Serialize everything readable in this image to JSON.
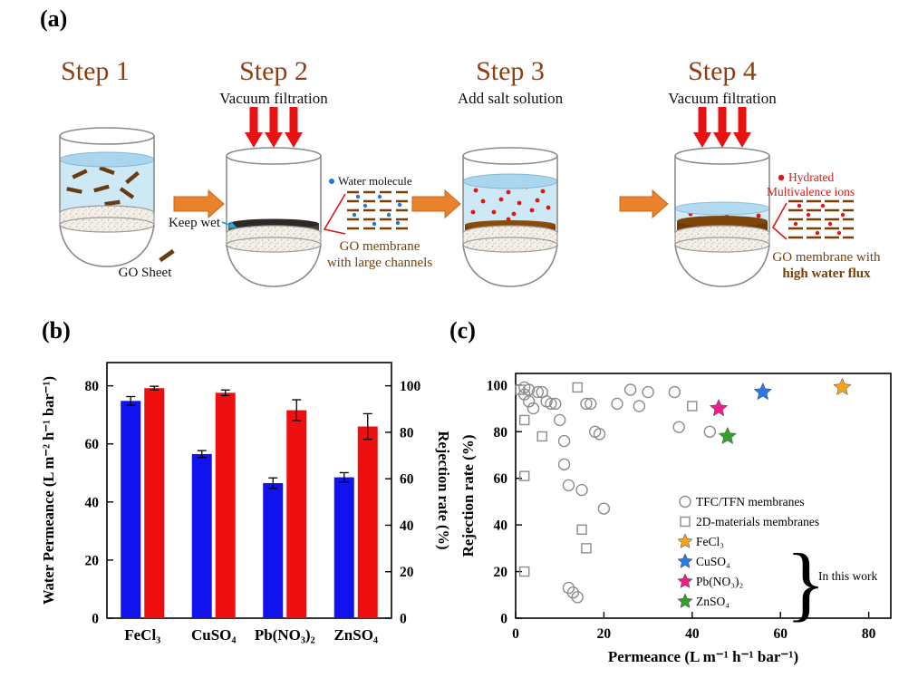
{
  "panels": {
    "a_label": "(a)",
    "b_label": "(b)",
    "c_label": "(c)"
  },
  "panel_a": {
    "steps": [
      {
        "title": "Step 1"
      },
      {
        "title": "Step 2",
        "subtitle": "Vacuum filtration"
      },
      {
        "title": "Step 3",
        "subtitle": "Add salt solution"
      },
      {
        "title": "Step 4",
        "subtitle": "Vacuum filtration"
      }
    ],
    "labels": {
      "go_sheet": "GO Sheet",
      "keep_wet": "Keep wet",
      "water_molecule": "Water molecule",
      "go_membrane_line1": "GO membrane",
      "go_membrane_line2": "with large channels",
      "hydrated_line1": "Hydrated",
      "hydrated_line2": "Multivalence ions",
      "flux_line1": "GO membrane with",
      "flux_line2": "high water flux"
    },
    "colors": {
      "step_title": "#8f3f0f",
      "process_arrow": "#e8822b",
      "vacuum_arrow": "#e81212",
      "water": "#cde9f6",
      "membrane_brown": "#7b3f00"
    }
  },
  "chart_data": [
    {
      "panel": "b",
      "type": "bar",
      "categories": [
        "FeCl₃",
        "CuSO₄",
        "Pb(NO₃)₂",
        "ZnSO₄"
      ],
      "series": [
        {
          "name": "Water Permeance",
          "axis": "left",
          "color": "#1212ee",
          "values": [
            74.8,
            56.5,
            46.5,
            48.5
          ],
          "errors": [
            1.5,
            1.2,
            1.8,
            1.6
          ]
        },
        {
          "name": "Rejection rate",
          "axis": "right",
          "color": "#ee1010",
          "values": [
            99.0,
            97.0,
            89.5,
            82.5
          ],
          "errors": [
            0.8,
            1.2,
            4.5,
            5.5
          ]
        }
      ],
      "ylabel_left": "Water Permeance (L m⁻² h⁻¹ bar⁻¹)",
      "ylabel_right": "Rejection rate (%)",
      "ylim_left": [
        0,
        88
      ],
      "ylim_right": [
        0,
        110
      ],
      "yticks_left": [
        0,
        20,
        40,
        60,
        80
      ],
      "yticks_right": [
        0,
        20,
        40,
        60,
        80,
        100
      ],
      "grid": false
    },
    {
      "panel": "c",
      "type": "scatter",
      "xlabel": "Permeance (L m⁻¹ h⁻¹ bar⁻¹)",
      "ylabel": "Rejection rate (%)",
      "xlim": [
        0,
        85
      ],
      "ylim": [
        0,
        105
      ],
      "xticks": [
        0,
        20,
        40,
        60,
        80
      ],
      "yticks": [
        0,
        20,
        40,
        60,
        80,
        100
      ],
      "grid": false,
      "legend": {
        "position": "lower-right",
        "group_label": "In this work"
      },
      "series": [
        {
          "name": "TFC/TFN membranes",
          "marker": "circle",
          "color": "#8c8c8c",
          "points": [
            [
              2,
              99
            ],
            [
              2,
              96
            ],
            [
              3,
              98
            ],
            [
              3,
              93
            ],
            [
              4,
              90
            ],
            [
              5,
              97
            ],
            [
              6,
              97
            ],
            [
              7,
              93
            ],
            [
              8,
              92
            ],
            [
              9,
              92
            ],
            [
              10,
              85
            ],
            [
              11,
              76
            ],
            [
              11,
              66
            ],
            [
              12,
              57
            ],
            [
              12,
              13
            ],
            [
              13,
              11
            ],
            [
              14,
              9
            ],
            [
              15,
              55
            ],
            [
              16,
              92
            ],
            [
              17,
              92
            ],
            [
              18,
              80
            ],
            [
              19,
              79
            ],
            [
              20,
              47
            ],
            [
              23,
              92
            ],
            [
              26,
              98
            ],
            [
              28,
              91
            ],
            [
              30,
              97
            ],
            [
              36,
              97
            ],
            [
              37,
              82
            ],
            [
              44,
              80
            ]
          ]
        },
        {
          "name": "2D-materials membranes",
          "marker": "square",
          "color": "#8c8c8c",
          "points": [
            [
              1,
              98
            ],
            [
              2,
              85
            ],
            [
              2,
              61
            ],
            [
              2,
              20
            ],
            [
              6,
              78
            ],
            [
              14,
              99
            ],
            [
              15,
              38
            ],
            [
              16,
              30
            ],
            [
              40,
              91
            ]
          ]
        },
        {
          "name": "FeCl₃",
          "marker": "star",
          "color": "#f5a11c",
          "points": [
            [
              74,
              99
            ]
          ]
        },
        {
          "name": "CuSO₄",
          "marker": "star",
          "color": "#2979e8",
          "points": [
            [
              56,
              97
            ]
          ]
        },
        {
          "name": "Pb(NO₃)₂",
          "marker": "star",
          "color": "#eb1e8c",
          "points": [
            [
              46,
              90
            ]
          ]
        },
        {
          "name": "ZnSO₄",
          "marker": "star",
          "color": "#33a02c",
          "points": [
            [
              48,
              78
            ]
          ]
        }
      ]
    }
  ]
}
